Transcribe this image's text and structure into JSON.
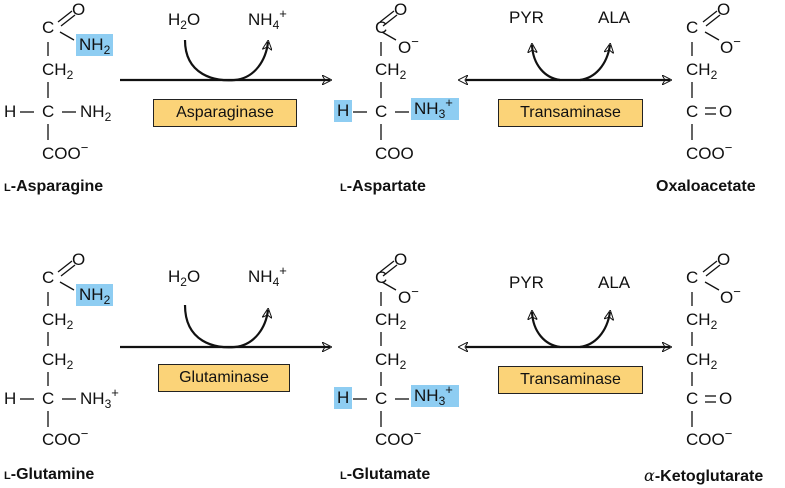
{
  "reactions": [
    {
      "substrate": {
        "name_prefix": "L",
        "name": "-Asparagine"
      },
      "enzyme": "Asparaginase",
      "reagent_in": "H2O",
      "reagent_out": "NH4+",
      "product": {
        "name_prefix": "L",
        "name": "-Aspartate"
      },
      "enzyme2": "Transaminase",
      "reagent2_in": "PYR",
      "reagent2_out": "ALA",
      "product2": {
        "name": "Oxaloacetate"
      }
    },
    {
      "substrate": {
        "name_prefix": "L",
        "name": "-Glutamine"
      },
      "enzyme": "Glutaminase",
      "reagent_in": "H2O",
      "reagent_out": "NH4+",
      "product": {
        "name_prefix": "L",
        "name": "-Glutamate"
      },
      "enzyme2": "Transaminase",
      "reagent2_in": "PYR",
      "reagent2_out": "ALA",
      "product2": {
        "name_prefix": "α",
        "name": "-Ketoglutarate"
      }
    }
  ],
  "atoms": {
    "C": "C",
    "O": "O",
    "H": "H",
    "N": "N",
    "CH": "CH",
    "NH": "NH",
    "COO": "COO",
    "H2O_H": "H",
    "H2O_O": "O",
    "minus": "−",
    "plus": "+",
    "n2": "2",
    "n3": "3",
    "n4": "4"
  },
  "colors": {
    "highlight": "#8ecdf2",
    "enzyme_box": "#fbd378"
  }
}
